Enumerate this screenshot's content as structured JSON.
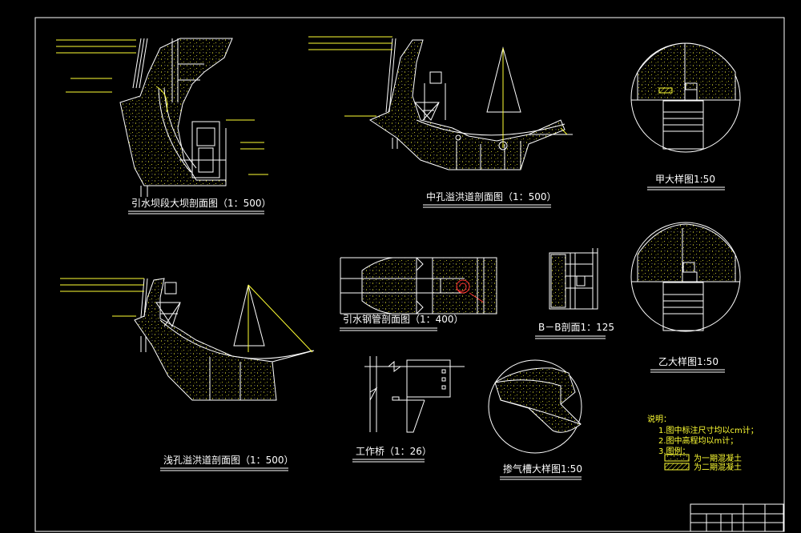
{
  "drawing": {
    "views": {
      "intake_section": {
        "title": "引水坝段大坝剖面图（1：500）"
      },
      "mid_spillway": {
        "title": "中孔溢洪道剖面图（1：500）"
      },
      "detail_a": {
        "title": "甲大样图1:50"
      },
      "detail_b": {
        "title": "乙大样图1:50"
      },
      "penstock": {
        "title": "引水钢管剖面图（1：400）"
      },
      "section_bb": {
        "title": "B－B剖面1：125"
      },
      "shallow_spillway": {
        "title": "浅孔溢洪道剖面图（1：500）"
      },
      "work_bridge": {
        "title": "工作桥（1：26）"
      },
      "aeration_slot": {
        "title": "掺气槽大样图1:50"
      }
    },
    "notes": {
      "heading": "说明：",
      "items": [
        "1.图中标注尺寸均以cm计；",
        "2.图中高程均以m计；",
        "3.图例："
      ],
      "legend": [
        {
          "label": "为一期混凝土",
          "pattern": "speckle"
        },
        {
          "label": "为二期混凝土",
          "pattern": "hatch"
        }
      ]
    },
    "colors": {
      "background": "#000000",
      "line": "#ffffff",
      "annotation": "#ffff33",
      "accent": "#ff3333"
    }
  }
}
